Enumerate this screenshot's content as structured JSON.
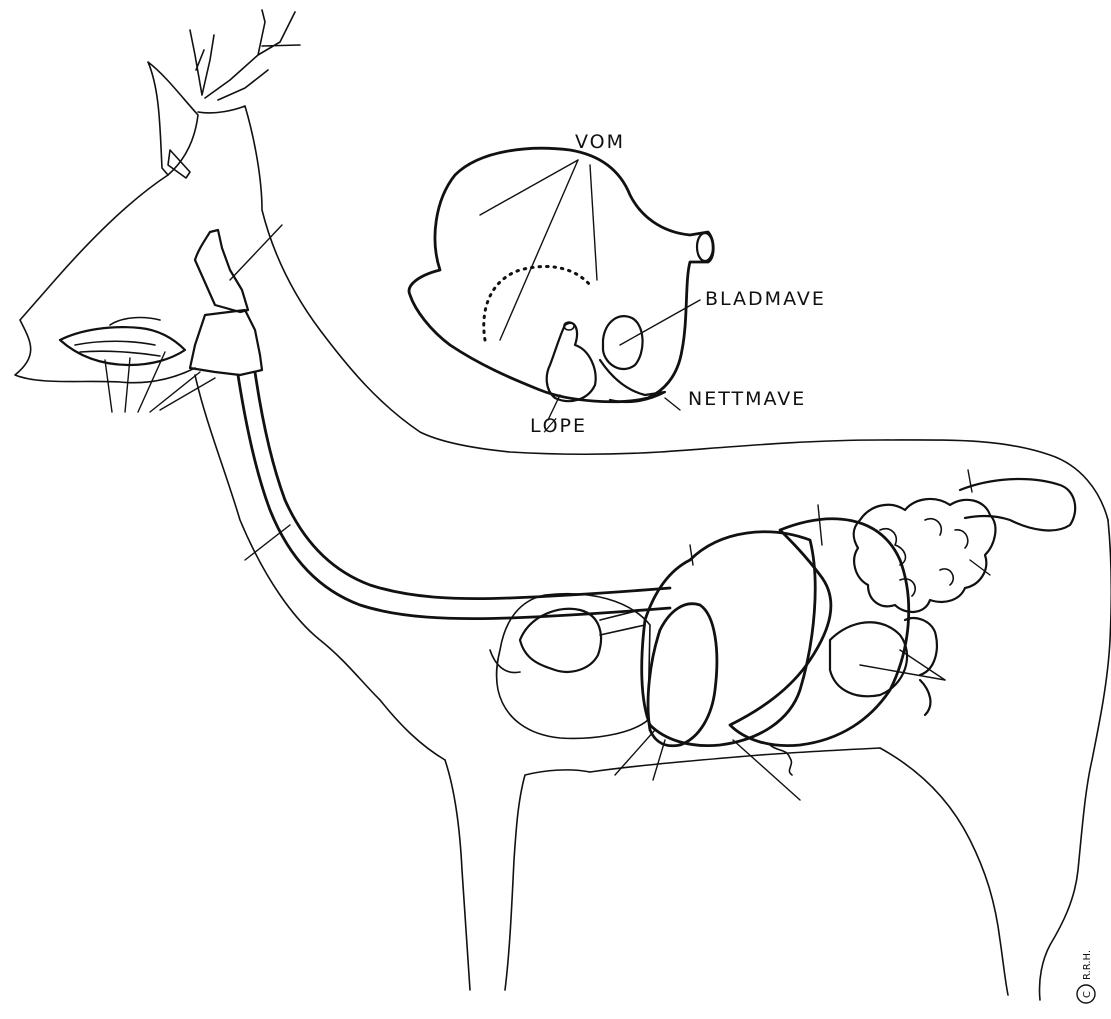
{
  "labels": {
    "vom": "VOM",
    "bladmave": "BLADMAVE",
    "nettmave": "NETTMAVE",
    "lope": "LØPE"
  },
  "signature": "R.R.H.",
  "copyright_symbol": "C"
}
